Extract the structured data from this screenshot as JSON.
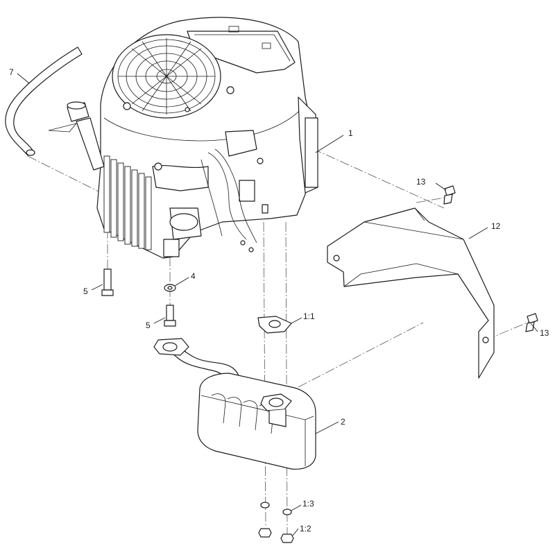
{
  "colors": {
    "line": "#1a1a1a",
    "background": "#ffffff",
    "phantom_line": "#555555"
  },
  "callouts": {
    "engine": "1",
    "muffler": "2",
    "washer": "4",
    "bolt_left": "5",
    "bolt_right": "5",
    "fuel_hose": "7",
    "heat_shield": "12",
    "screw_top": "13",
    "screw_bottom": "13",
    "gasket": "1:1",
    "nut": "1:2",
    "lock_washer": "1:3"
  }
}
